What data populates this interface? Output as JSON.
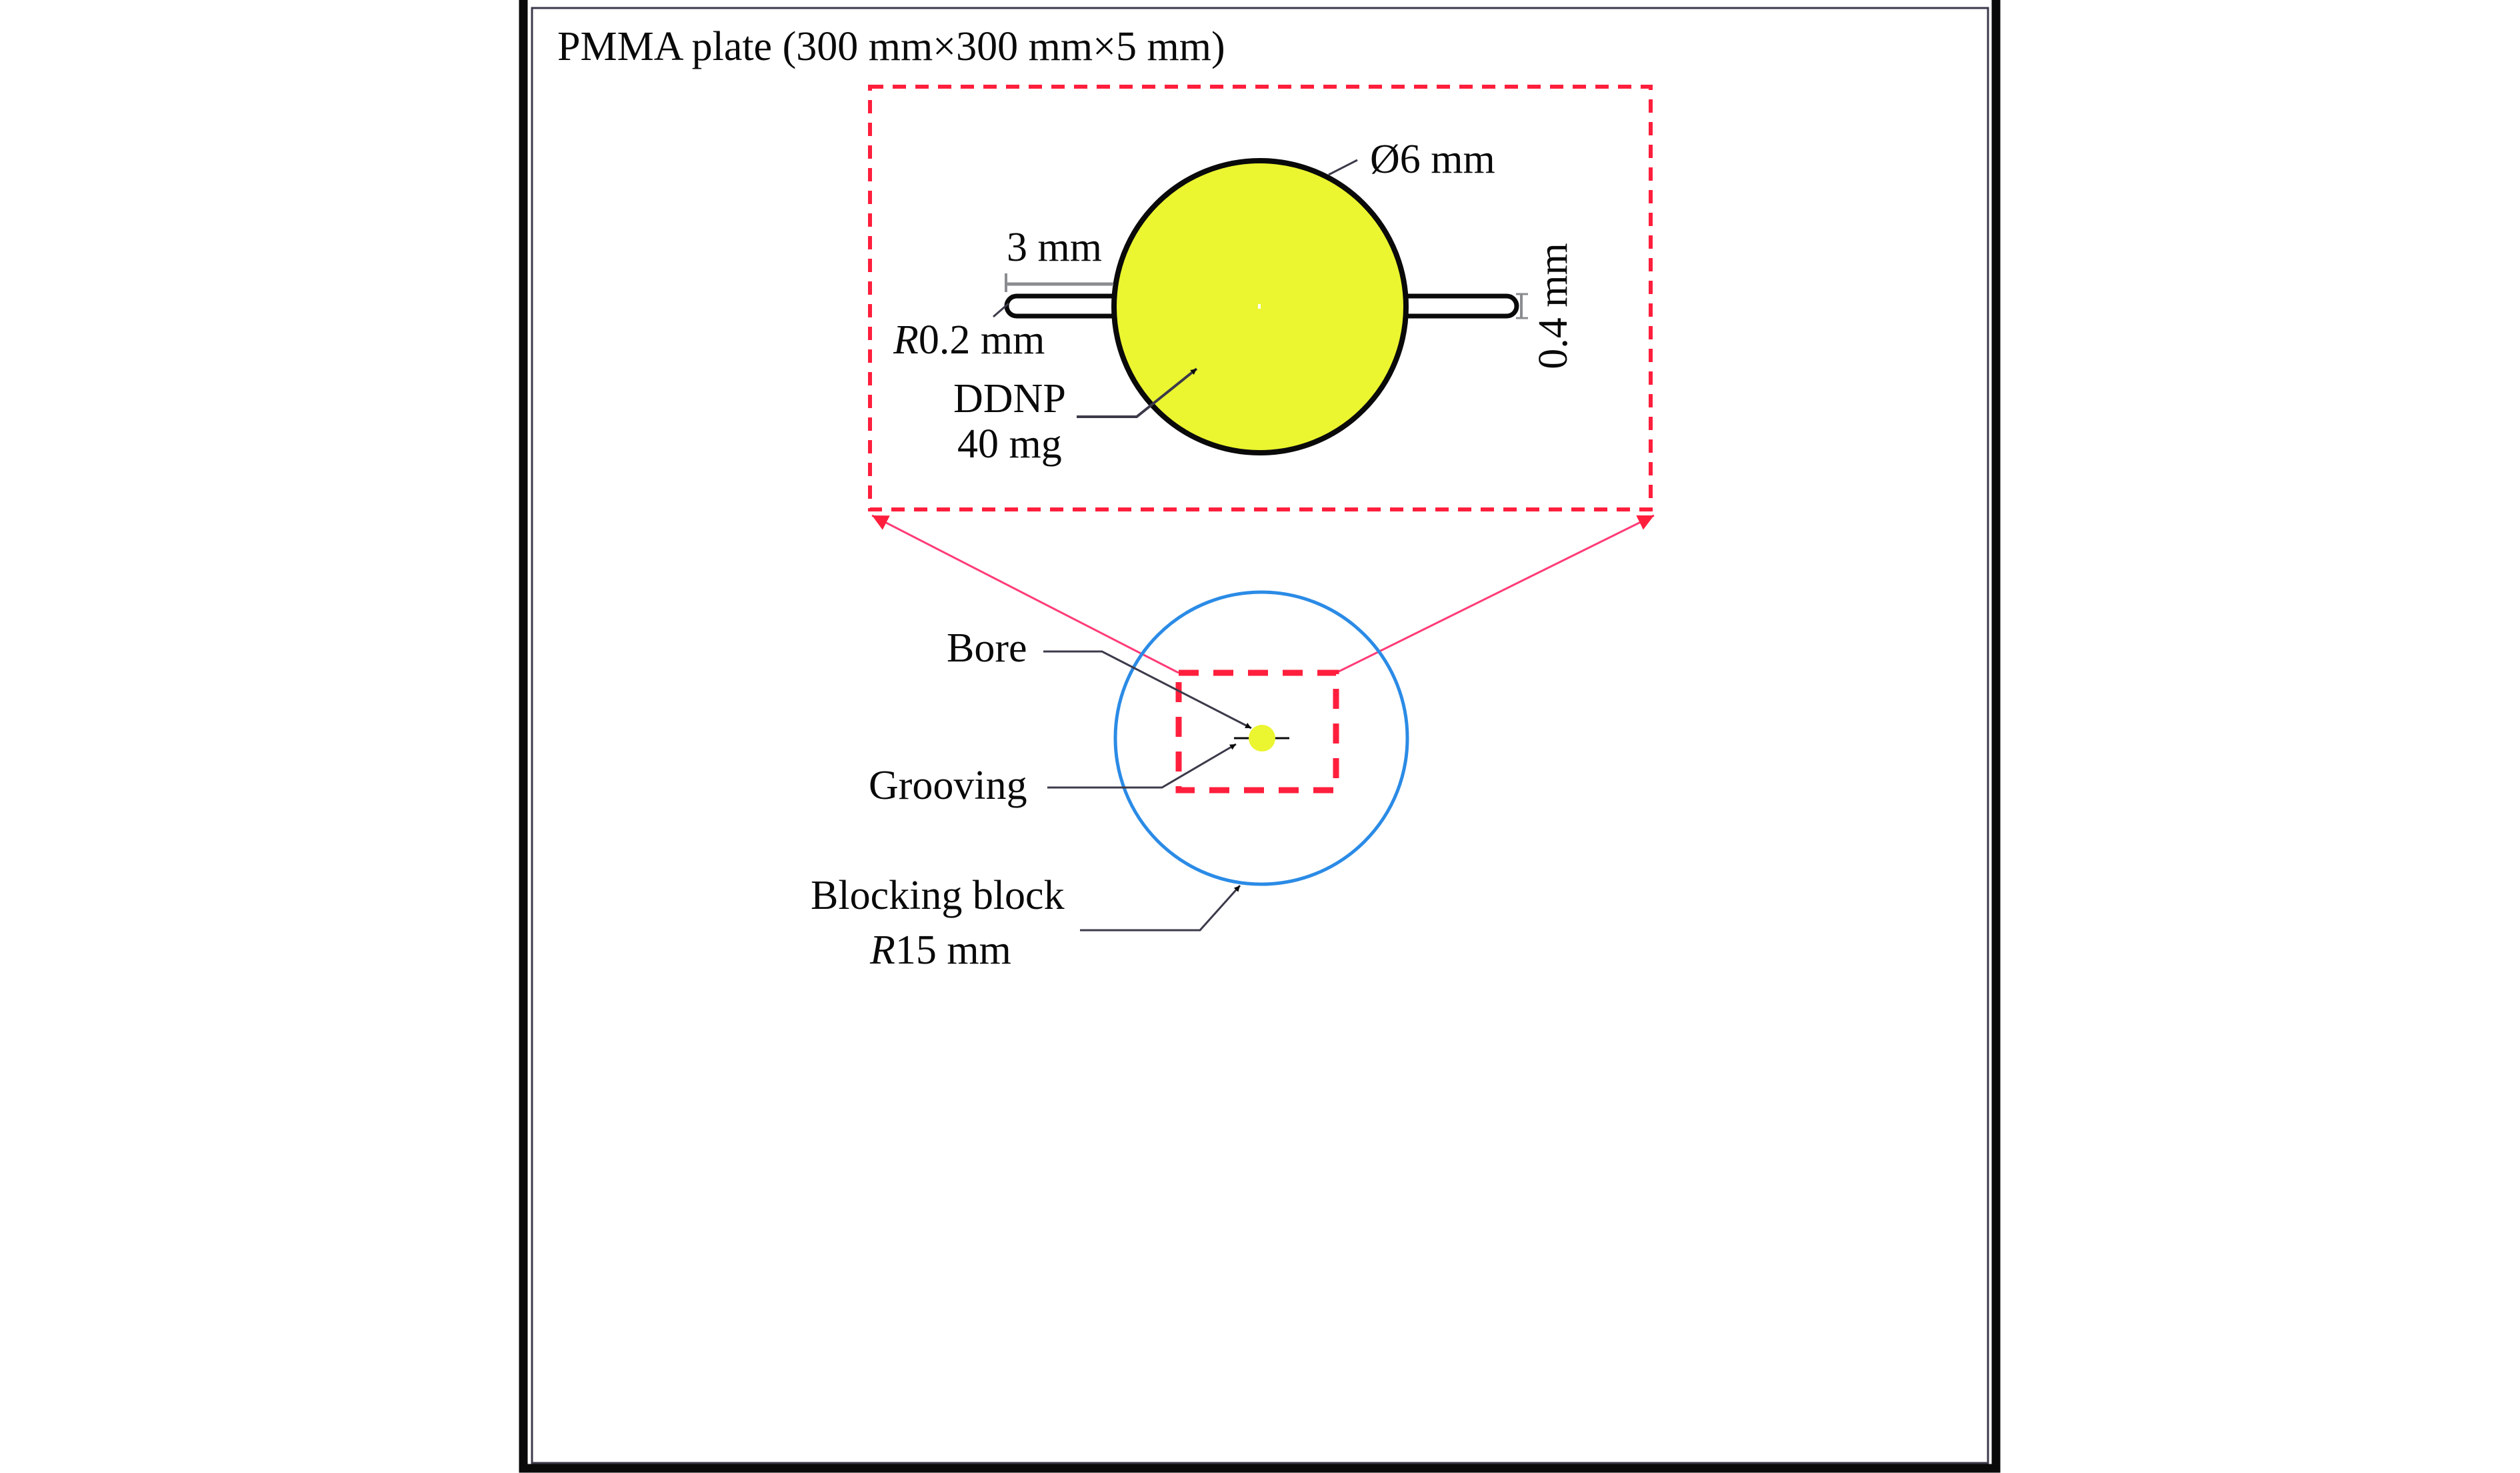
{
  "figure": {
    "plate_label": "PMMA plate (300 mm×300 mm×5 mm)",
    "detail_view": {
      "diameter_label": "Ø6 mm",
      "groove_length_label": "3 mm",
      "groove_radius_prefix": "R",
      "groove_radius_value": "0.2 mm",
      "groove_width_label": "0.4 mm",
      "charge_label_line1": "DDNP",
      "charge_label_line2": "40 mg"
    },
    "overview": {
      "bore_label": "Bore",
      "grooving_label": "Grooving",
      "blocking_label_line1": "Blocking block",
      "blocking_radius_prefix": "R",
      "blocking_radius_value": "15 mm"
    }
  },
  "colors": {
    "explosive_fill": "#ebf530",
    "highlight_red": "#ff1f3d",
    "zoom_line_pink": "#ff3c78",
    "blocking_block_blue": "#2b8be6",
    "frame": "#0a0a0a"
  }
}
